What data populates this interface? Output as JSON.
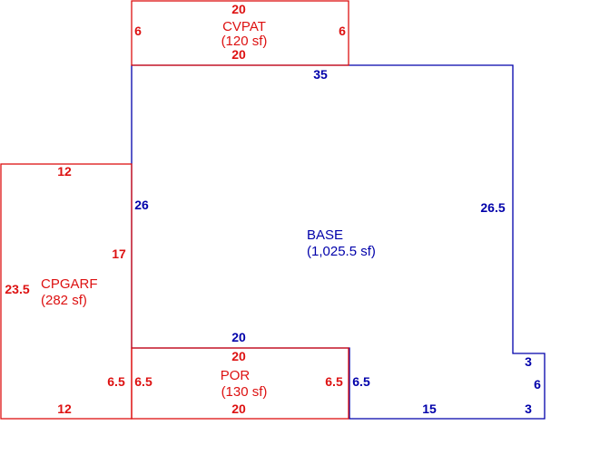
{
  "colors": {
    "base": "#0000aa",
    "addition": "#dd1111",
    "background": "#ffffff"
  },
  "areas": {
    "cvpat": {
      "name": "CVPAT",
      "area": "(120 sf)",
      "dims": {
        "top": "20",
        "bottom": "20",
        "left": "6",
        "right": "6"
      }
    },
    "base": {
      "name": "BASE",
      "area": "(1,025.5 sf)",
      "dims": {
        "top": "35",
        "left": "26",
        "right": "26.5",
        "inner_bottom": "20",
        "bottom": "15",
        "left_lower": "6.5",
        "step_top": "3",
        "step_side": "6",
        "step_bottom": "3"
      }
    },
    "cpgarf": {
      "name": "CPGARF",
      "area": "(282 sf)",
      "dims": {
        "top": "12",
        "bottom": "12",
        "left": "23.5",
        "right": "17",
        "right_lower": "6.5"
      }
    },
    "por": {
      "name": "POR",
      "area": "(130 sf)",
      "dims": {
        "top": "20",
        "bottom": "20",
        "left": "6.5",
        "right": "6.5"
      }
    }
  }
}
